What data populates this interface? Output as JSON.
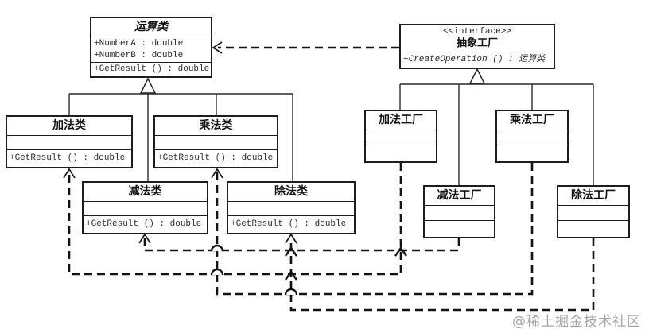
{
  "diagram_type": "uml-class-diagram (abstract factory / factory method pattern)",
  "classes": {
    "operation": {
      "title": "运算类",
      "attributes": [
        "+NumberA : double",
        "+NumberB : double"
      ],
      "method": "+GetResult () : double"
    },
    "abstract_factory": {
      "stereotype": "<<interface>>",
      "title": "抽象工厂",
      "method": "+CreateOperation () : 运算类"
    },
    "add_class": {
      "title": "加法类",
      "method": "+GetResult () : double"
    },
    "mul_class": {
      "title": "乘法类",
      "method": "+GetResult () : double"
    },
    "sub_class": {
      "title": "减法类",
      "method": "+GetResult () : double"
    },
    "div_class": {
      "title": "除法类",
      "method": "+GetResult () : double"
    },
    "add_factory": {
      "title": "加法工厂"
    },
    "mul_factory": {
      "title": "乘法工厂"
    },
    "sub_factory": {
      "title": "减法工厂"
    },
    "div_factory": {
      "title": "除法工厂"
    }
  },
  "relationships": [
    {
      "type": "dependency",
      "from": "抽象工厂",
      "to": "运算类"
    },
    {
      "type": "generalization",
      "from": "加法类",
      "to": "运算类"
    },
    {
      "type": "generalization",
      "from": "乘法类",
      "to": "运算类"
    },
    {
      "type": "generalization",
      "from": "减法类",
      "to": "运算类"
    },
    {
      "type": "generalization",
      "from": "除法类",
      "to": "运算类"
    },
    {
      "type": "realization",
      "from": "加法工厂",
      "to": "抽象工厂"
    },
    {
      "type": "realization",
      "from": "乘法工厂",
      "to": "抽象工厂"
    },
    {
      "type": "realization",
      "from": "减法工厂",
      "to": "抽象工厂"
    },
    {
      "type": "realization",
      "from": "除法工厂",
      "to": "抽象工厂"
    },
    {
      "type": "dependency",
      "from": "加法工厂",
      "to": "加法类"
    },
    {
      "type": "dependency",
      "from": "乘法工厂",
      "to": "乘法类"
    },
    {
      "type": "dependency",
      "from": "减法工厂",
      "to": "减法类"
    },
    {
      "type": "dependency",
      "from": "除法工厂",
      "to": "除法类"
    }
  ],
  "watermark": "@稀土掘金技术社区",
  "colors": {
    "line": "#1d1d1d",
    "background": "#ffffff",
    "watermark": "#949494"
  }
}
